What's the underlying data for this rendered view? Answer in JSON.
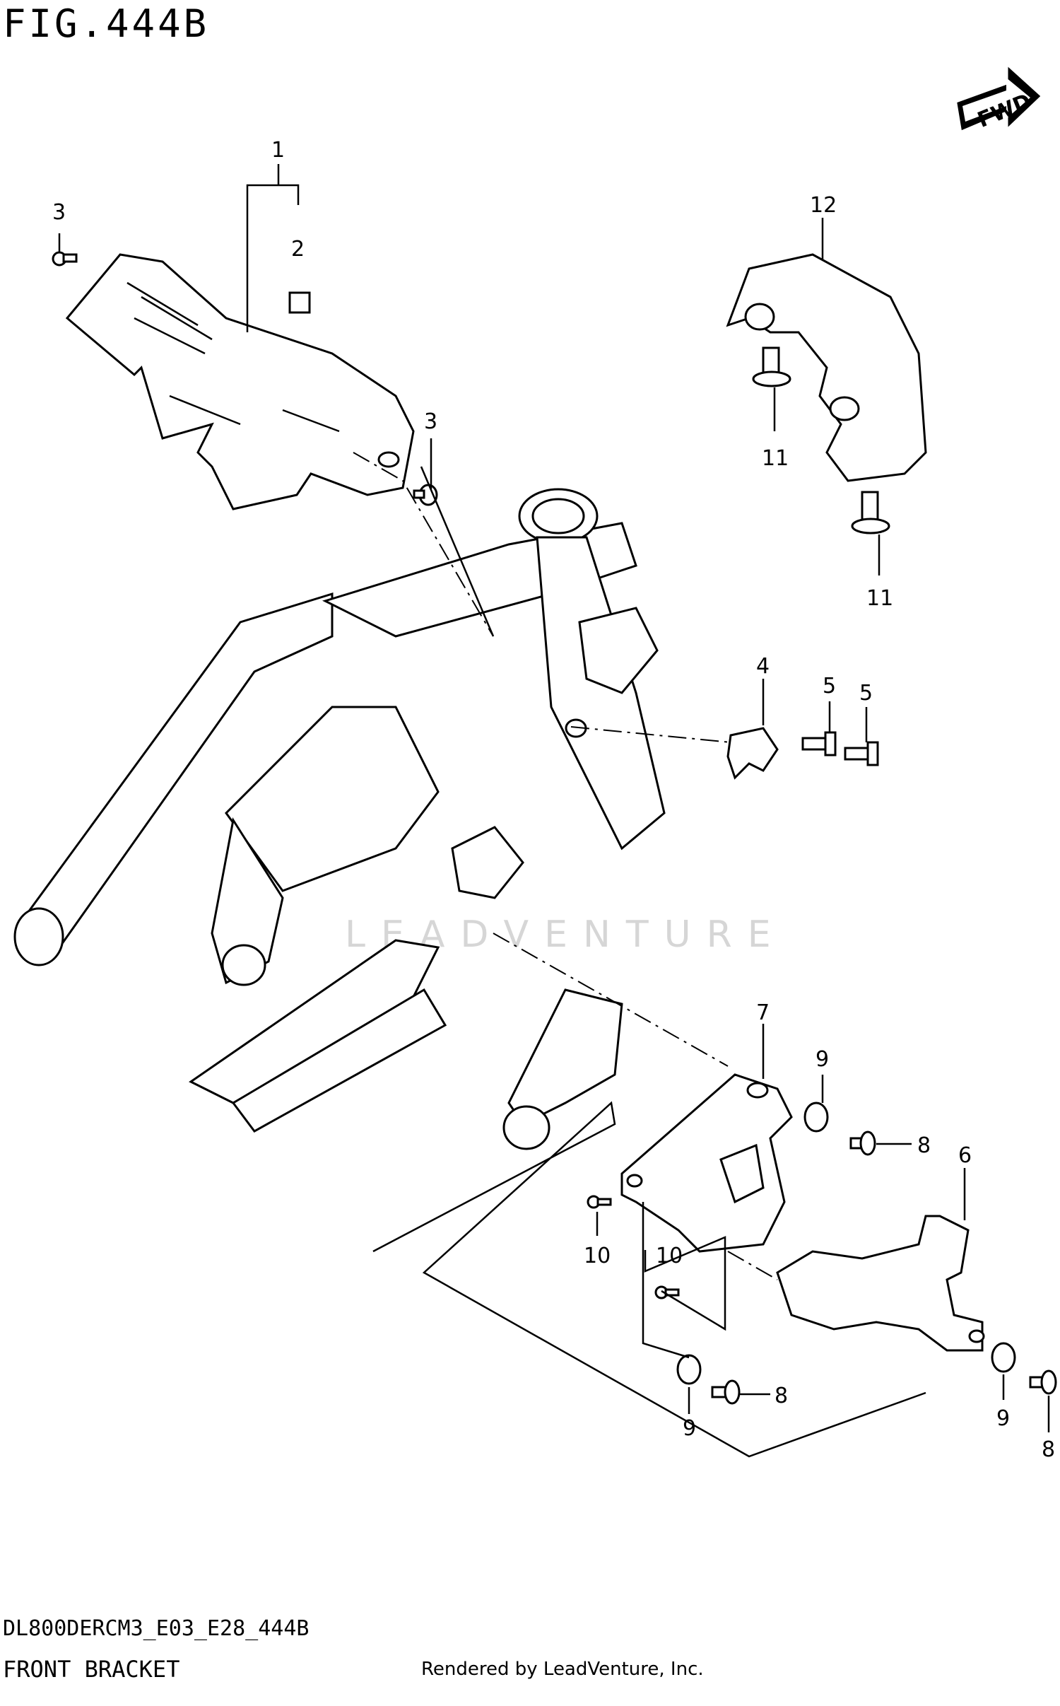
{
  "figure_title": "FIG.444B",
  "model_code": "DL800DERCM3_E03_E28_444B",
  "section_name": "FRONT BRACKET",
  "credit": "Rendered by LeadVenture, Inc.",
  "watermark": "LEADVENTURE",
  "fwd_label": "FWD",
  "callouts": {
    "c1": "1",
    "c2": "2",
    "c3a": "3",
    "c3b": "3",
    "c4": "4",
    "c5a": "5",
    "c5b": "5",
    "c6": "6",
    "c7": "7",
    "c8a": "8",
    "c8b": "8",
    "c8c": "8",
    "c9a": "9",
    "c9b": "9",
    "c9c": "9",
    "c10a": "10",
    "c10b": "10",
    "c11a": "11",
    "c11b": "11",
    "c12": "12"
  }
}
